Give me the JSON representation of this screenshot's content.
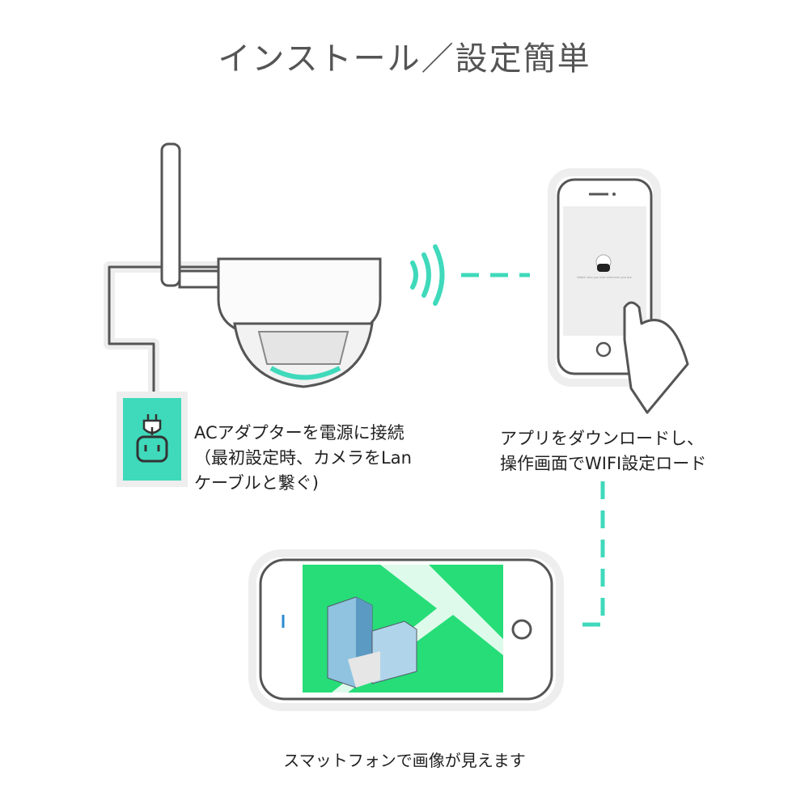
{
  "title": "インストール／設定簡単",
  "step1": {
    "lines": [
      "ACアダプターを電源に接続",
      "（最初設定時、カメラをLan",
      "ケーブルと繋ぐ)"
    ]
  },
  "step2": {
    "lines": [
      "アプリをダウンロードし、",
      "操作画面でWIFI設定ロード"
    ]
  },
  "step3": {
    "caption": "スマットフォンで画像が見えます"
  },
  "phone_screen_text": "Watch who you love wherever you are",
  "colors": {
    "accent": "#3fd9bb",
    "screen_green": "#26dd78",
    "outline": "#555555"
  }
}
